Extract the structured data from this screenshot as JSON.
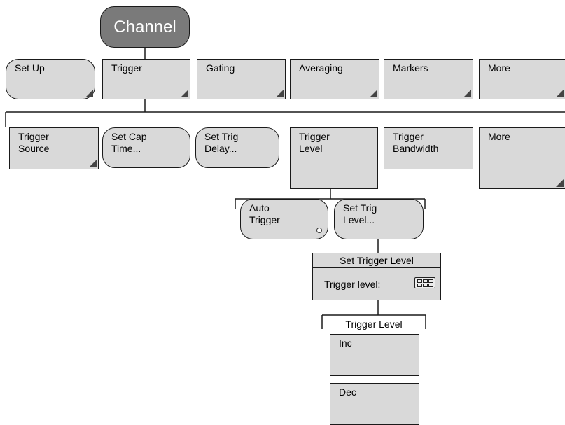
{
  "root": {
    "label": "Channel"
  },
  "level1": [
    {
      "label": "Set Up",
      "shape": "round",
      "corner": true
    },
    {
      "label": "Trigger",
      "shape": "square",
      "corner": true
    },
    {
      "label": "Gating",
      "shape": "square",
      "corner": true
    },
    {
      "label": "Averaging",
      "shape": "square",
      "corner": true
    },
    {
      "label": "Markers",
      "shape": "square",
      "corner": true
    },
    {
      "label": "More",
      "shape": "square",
      "corner": true
    }
  ],
  "level2": [
    {
      "label_line1": "Trigger",
      "label_line2": "Source",
      "shape": "square",
      "corner": true
    },
    {
      "label_line1": "Set Cap",
      "label_line2": "Time...",
      "shape": "round",
      "corner": false
    },
    {
      "label_line1": "Set Trig",
      "label_line2": "Delay...",
      "shape": "round",
      "corner": false
    },
    {
      "label_line1": "Trigger",
      "label_line2": "Level",
      "shape": "square",
      "corner": false
    },
    {
      "label_line1": "Trigger",
      "label_line2": "Bandwidth",
      "shape": "square",
      "corner": false
    },
    {
      "label_line1": "More",
      "label_line2": "",
      "shape": "square",
      "corner": true
    }
  ],
  "level3": [
    {
      "label_line1": "Auto",
      "label_line2": "Trigger",
      "shape": "round",
      "radio": true
    },
    {
      "label_line1": "Set Trig",
      "label_line2": "Level...",
      "shape": "round",
      "radio": false
    }
  ],
  "dialog": {
    "title": "Set Trigger Level",
    "field_label": "Trigger level:",
    "icon": "keypad-icon"
  },
  "level4": {
    "group_label": "Trigger Level",
    "buttons": [
      {
        "label": "Inc"
      },
      {
        "label": "Dec"
      }
    ]
  }
}
